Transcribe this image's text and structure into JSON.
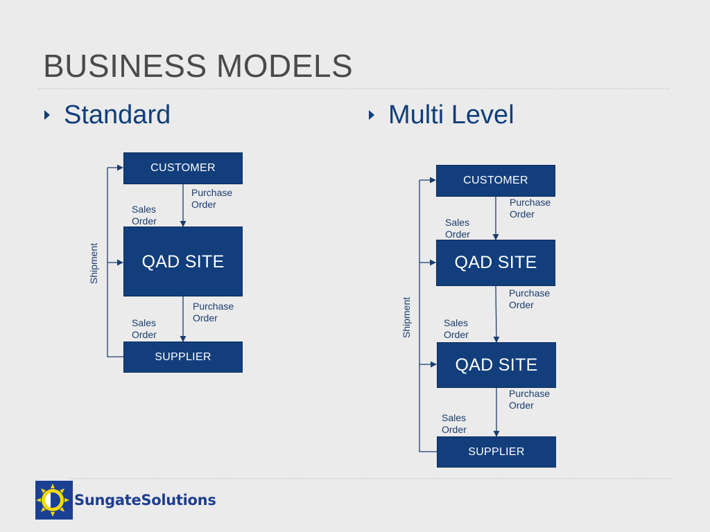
{
  "slide": {
    "title": "BUSINESS MODELS"
  },
  "sections": {
    "standard": {
      "label": "Standard"
    },
    "multi_level": {
      "label": "Multi Level"
    }
  },
  "standard_diagram": {
    "customer": "CUSTOMER",
    "site": "QAD SITE",
    "supplier": "SUPPLIER",
    "po_1": "Purchase\nOrder",
    "so_1": "Sales\nOrder",
    "po_2": "Purchase\nOrder",
    "so_2": "Sales\nOrder",
    "shipment": "Shipment"
  },
  "multi_diagram": {
    "customer": "CUSTOMER",
    "site_1": "QAD SITE",
    "site_2": "QAD SITE",
    "supplier": "SUPPLIER",
    "po_1": "Purchase\nOrder",
    "so_1": "Sales\nOrder",
    "po_2": "Purchase\nOrder",
    "so_2": "Sales\nOrder",
    "po_3": "Purchase\nOrder",
    "so_3": "Sales\nOrder",
    "shipment": "Shipment"
  },
  "logo": {
    "text": "SungateSolutions",
    "icon": "sun-icon"
  },
  "colors": {
    "box": "#123e7c",
    "accent": "#0f3e7a",
    "title": "#4a4a4a",
    "background": "#ebebeb",
    "logo_yellow": "#f5d90a"
  }
}
